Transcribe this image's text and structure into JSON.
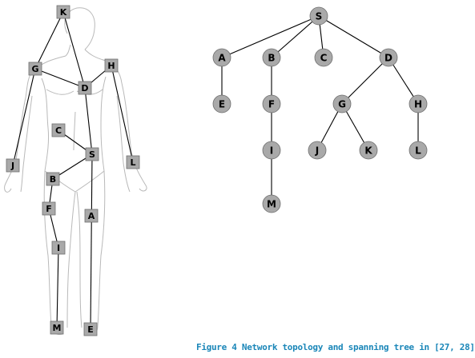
{
  "caption": "Figure 4 Network topology and spanning tree in [27, 28]",
  "colors": {
    "node_fill": "#a9a9a9",
    "node_stroke": "#6e6e6e",
    "edge": "#000000",
    "outline": "#b9b9b9",
    "caption": "#1a86b8"
  },
  "topology": {
    "nodes": [
      "K",
      "G",
      "H",
      "D",
      "C",
      "S",
      "J",
      "L",
      "B",
      "F",
      "A",
      "I",
      "M",
      "E"
    ],
    "links": [
      [
        "K",
        "G"
      ],
      [
        "K",
        "D"
      ],
      [
        "G",
        "J"
      ],
      [
        "G",
        "D"
      ],
      [
        "H",
        "D"
      ],
      [
        "H",
        "L"
      ],
      [
        "D",
        "S"
      ],
      [
        "C",
        "S"
      ],
      [
        "S",
        "B"
      ],
      [
        "B",
        "F"
      ],
      [
        "F",
        "I"
      ],
      [
        "I",
        "M"
      ],
      [
        "S",
        "E"
      ]
    ]
  },
  "spanning_tree": {
    "nodes": [
      "S",
      "A",
      "B",
      "C",
      "D",
      "E",
      "F",
      "G",
      "H",
      "I",
      "J",
      "K",
      "L",
      "M"
    ],
    "edges": [
      [
        "S",
        "A"
      ],
      [
        "S",
        "B"
      ],
      [
        "S",
        "C"
      ],
      [
        "S",
        "D"
      ],
      [
        "A",
        "E"
      ],
      [
        "B",
        "F"
      ],
      [
        "F",
        "I"
      ],
      [
        "I",
        "M"
      ],
      [
        "D",
        "G"
      ],
      [
        "D",
        "H"
      ],
      [
        "G",
        "J"
      ],
      [
        "G",
        "K"
      ],
      [
        "H",
        "L"
      ]
    ]
  }
}
